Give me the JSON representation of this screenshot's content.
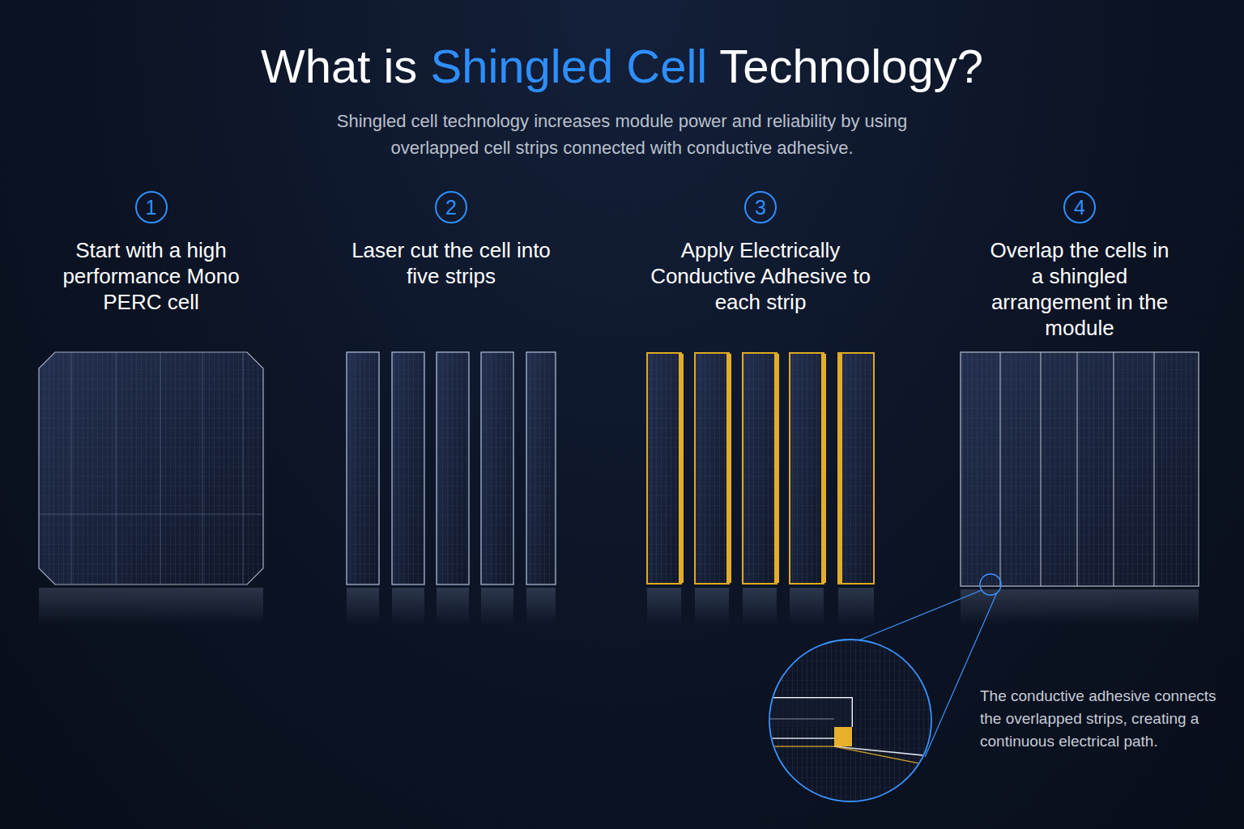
{
  "diagram": {
    "title": "What is Shingled Cell Technology?",
    "caption": "Shingled cell technology increases module power and reliability by using overlapped cell strips connected with conductive adhesive.",
    "nodes": [
      {
        "text": [
          "1",
          "Start with a high performance Mono PERC cell"
        ]
      },
      {
        "text": [
          "2",
          "Laser cut the cell into five strips"
        ]
      },
      {
        "text": [
          "3",
          "Apply Electrically Conductive Adhesive to each strip"
        ]
      },
      {
        "text": [
          "4",
          "Overlap the cells in a shingled arrangement in the module"
        ]
      }
    ],
    "edges": [
      {
        "from": 0,
        "to": 1,
        "arrow": "to"
      },
      {
        "from": 1,
        "to": 2,
        "arrow": "to"
      },
      {
        "from": 2,
        "to": 3,
        "arrow": "to"
      }
    ],
    "labels": [
      "The conductive adhesive connects the overlapped strips, creating a continuous electrical path."
    ]
  }
}
